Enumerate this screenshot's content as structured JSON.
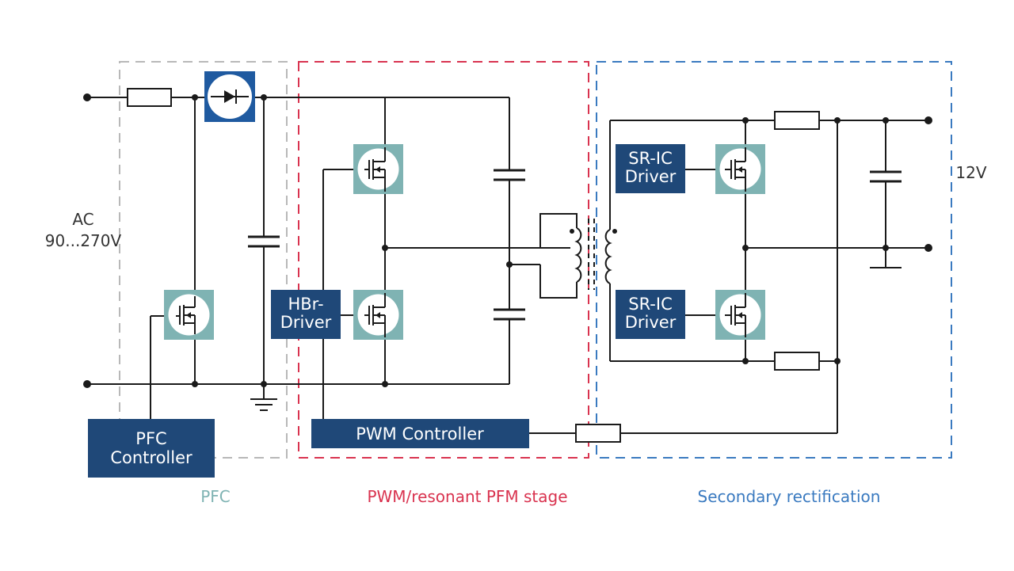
{
  "input": {
    "label_line1": "AC",
    "label_line2": "90...270V"
  },
  "output": {
    "label": "12V"
  },
  "blocks": {
    "pfc_line1": "PFC",
    "pfc_line2": "Controller",
    "hbr_line1": "HBr-",
    "hbr_line2": "Driver",
    "pwm": "PWM Controller",
    "sr_top_line1": "SR-IC",
    "sr_top_line2": "Driver",
    "sr_bottom_line1": "SR-IC",
    "sr_bottom_line2": "Driver"
  },
  "regions": {
    "pfc": {
      "label": "PFC",
      "color": "#7fb3b3",
      "border": "#b8b8b8"
    },
    "pwm": {
      "label": "PWM/resonant PFM stage",
      "color": "#d9334f"
    },
    "secondary": {
      "label": "Secondary rectification",
      "color": "#3a7ac0"
    }
  },
  "colors": {
    "block_fill": "#1f4878",
    "mosfet_bg": "#7fb3b3",
    "diode_bg": "#1f5aa0",
    "wire": "#1a1a1a"
  }
}
